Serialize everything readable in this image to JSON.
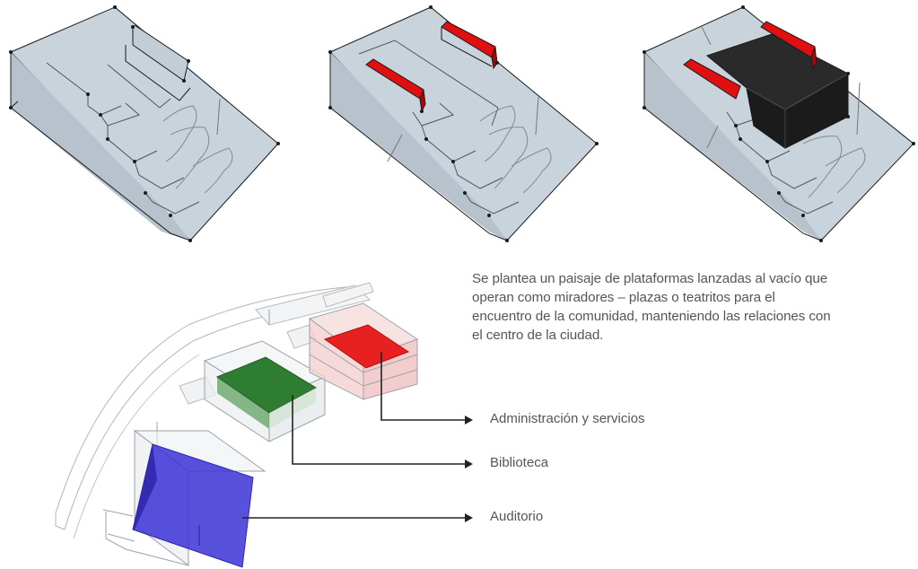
{
  "description": "Se plantea un paisaje de plataformas lanzadas al vacío que operan como miradores – plazas o teatritos para el encuentro de la comunidad, manteniendo las relaciones con el centro de la ciudad.",
  "description_lines": [
    "Se plantea un paisaje de plataformas lanzadas al vacío que",
    "operan como miradores – plazas o teatritos para el",
    "encuentro de la comunidad, manteniendo las relaciones con",
    "el centro de la ciudad."
  ],
  "labels": {
    "administracion": "Administración y servicios",
    "biblioteca": "Biblioteca",
    "auditorio": "Auditorio"
  },
  "colors": {
    "terrain": "#cfd8e0",
    "edge": "#1a1a1a",
    "highlight_red": "#e01010",
    "mass_black": "#2a2a2a",
    "administracion": "#e82020",
    "biblioteca": "#2e7d32",
    "auditorio": "#3b32d6"
  }
}
